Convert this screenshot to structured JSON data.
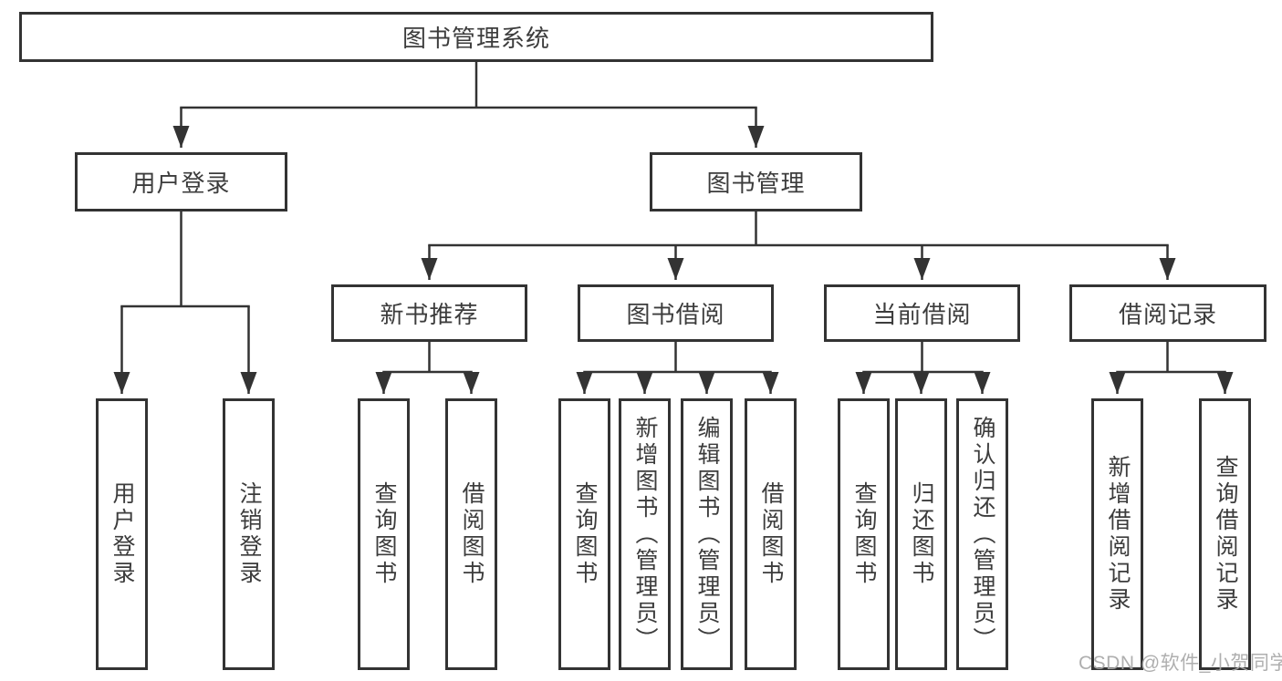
{
  "diagram": {
    "root": {
      "label": "图书管理系统"
    },
    "level2": [
      {
        "label": "用户登录"
      },
      {
        "label": "图书管理"
      }
    ],
    "level3": [
      {
        "label": "新书推荐"
      },
      {
        "label": "图书借阅"
      },
      {
        "label": "当前借阅"
      },
      {
        "label": "借阅记录"
      }
    ],
    "level4": [
      {
        "label": "用户登录"
      },
      {
        "label": "注销登录"
      },
      {
        "label": "查询图书"
      },
      {
        "label": "借阅图书"
      },
      {
        "label": "查询图书"
      },
      {
        "label": "新增图书（管理员）"
      },
      {
        "label": "编辑图书（管理员）"
      },
      {
        "label": "借阅图书"
      },
      {
        "label": "查询图书"
      },
      {
        "label": "归还图书"
      },
      {
        "label": "确认归还（管理员）"
      },
      {
        "label": "新增借阅记录"
      },
      {
        "label": "查询借阅记录"
      }
    ],
    "watermark": "CSDN @软件_小贺同学",
    "colors": {
      "line": "#333333",
      "box_border": "#333333",
      "text": "#3c3c3c",
      "watermark": "#a8a8a8",
      "background": "#ffffff"
    }
  }
}
